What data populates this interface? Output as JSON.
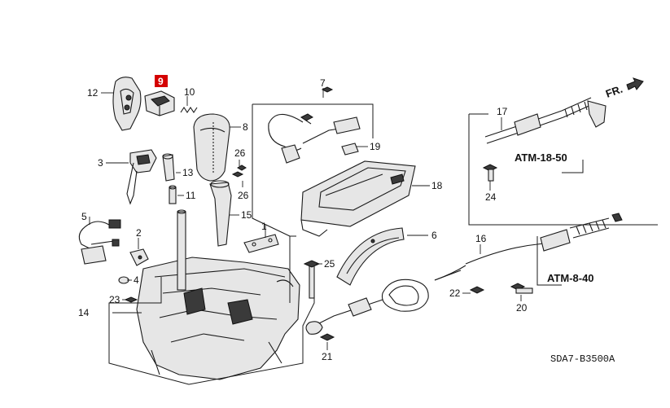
{
  "diagram": {
    "highlight_color": "#d40000",
    "callouts": [
      {
        "id": "c1",
        "text": "1"
      },
      {
        "id": "c2",
        "text": "2"
      },
      {
        "id": "c3",
        "text": "3"
      },
      {
        "id": "c4",
        "text": "4"
      },
      {
        "id": "c5",
        "text": "5"
      },
      {
        "id": "c6",
        "text": "6"
      },
      {
        "id": "c7",
        "text": "7"
      },
      {
        "id": "c8",
        "text": "8"
      },
      {
        "id": "c9",
        "text": "9"
      },
      {
        "id": "c10",
        "text": "10"
      },
      {
        "id": "c11",
        "text": "11"
      },
      {
        "id": "c12",
        "text": "12"
      },
      {
        "id": "c13",
        "text": "13"
      },
      {
        "id": "c14",
        "text": "14"
      },
      {
        "id": "c15",
        "text": "15"
      },
      {
        "id": "c16",
        "text": "16"
      },
      {
        "id": "c17",
        "text": "17"
      },
      {
        "id": "c18",
        "text": "18"
      },
      {
        "id": "c19",
        "text": "19"
      },
      {
        "id": "c20",
        "text": "20"
      },
      {
        "id": "c21",
        "text": "21"
      },
      {
        "id": "c22",
        "text": "22"
      },
      {
        "id": "c23",
        "text": "23"
      },
      {
        "id": "c24",
        "text": "24"
      },
      {
        "id": "c25",
        "text": "25"
      },
      {
        "id": "c26a",
        "text": "26"
      },
      {
        "id": "c26b",
        "text": "26"
      }
    ],
    "references": {
      "atm_18_50": "ATM-18-50",
      "atm_8_40": "ATM-8-40"
    },
    "direction_label": "FR.",
    "drawing_code": "SDA7-B3500A"
  }
}
